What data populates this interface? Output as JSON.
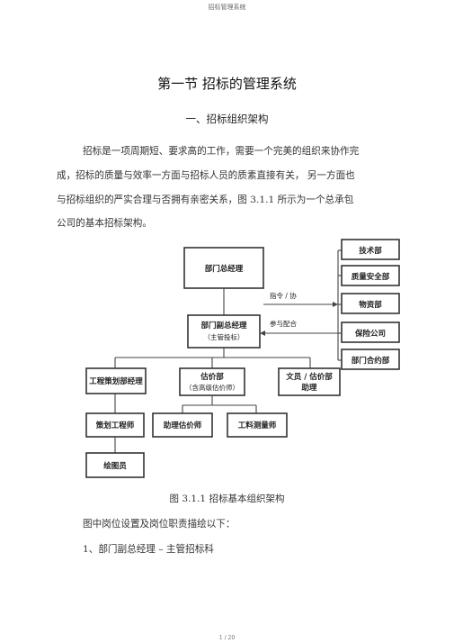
{
  "header": "招标管理系统",
  "title": "第一节  招标的管理系统",
  "subtitle": "一、招标组织架构",
  "paragraph_lines": [
    "招标是一项周期短、要求高的工作，需要一个完美的组织来协作完",
    "成，招标的质量与效率一方面与招标人员的质素直接有关，          另一方面也",
    "与招标组织的严实合理与否拥有亲密关系，图      3.1.1 所示为一个总承包",
    "公司的基本招标架构。"
  ],
  "chart": {
    "top_box": "部门总经理",
    "mid_box_line1": "部门副总经理",
    "mid_box_line2": "（主管投标）",
    "right_boxes": [
      "技术部",
      "质量安全部",
      "物资部",
      "保险公司",
      "部门合约部"
    ],
    "arrow_label_1": "指令 / 协",
    "arrow_label_2": "参与配合",
    "level2_left": "工程策划部经理",
    "level2_mid_line1": "估价部",
    "level2_mid_line2": "（含高级估价师）",
    "level2_right_line1": "文员 / 估价部",
    "level2_right_line2": "助理",
    "level3_left": "策划工程师",
    "level3_mid": "助理估价师",
    "level3_right": "工料测量师",
    "level4_left": "绘图员"
  },
  "caption": "图 3.1.1 招标基本组织架构",
  "lines_after": [
    "图中岗位设置及岗位职责描绘以下：",
    "1、部门副总经理  – 主管招标科"
  ],
  "footer": "1 / 20"
}
